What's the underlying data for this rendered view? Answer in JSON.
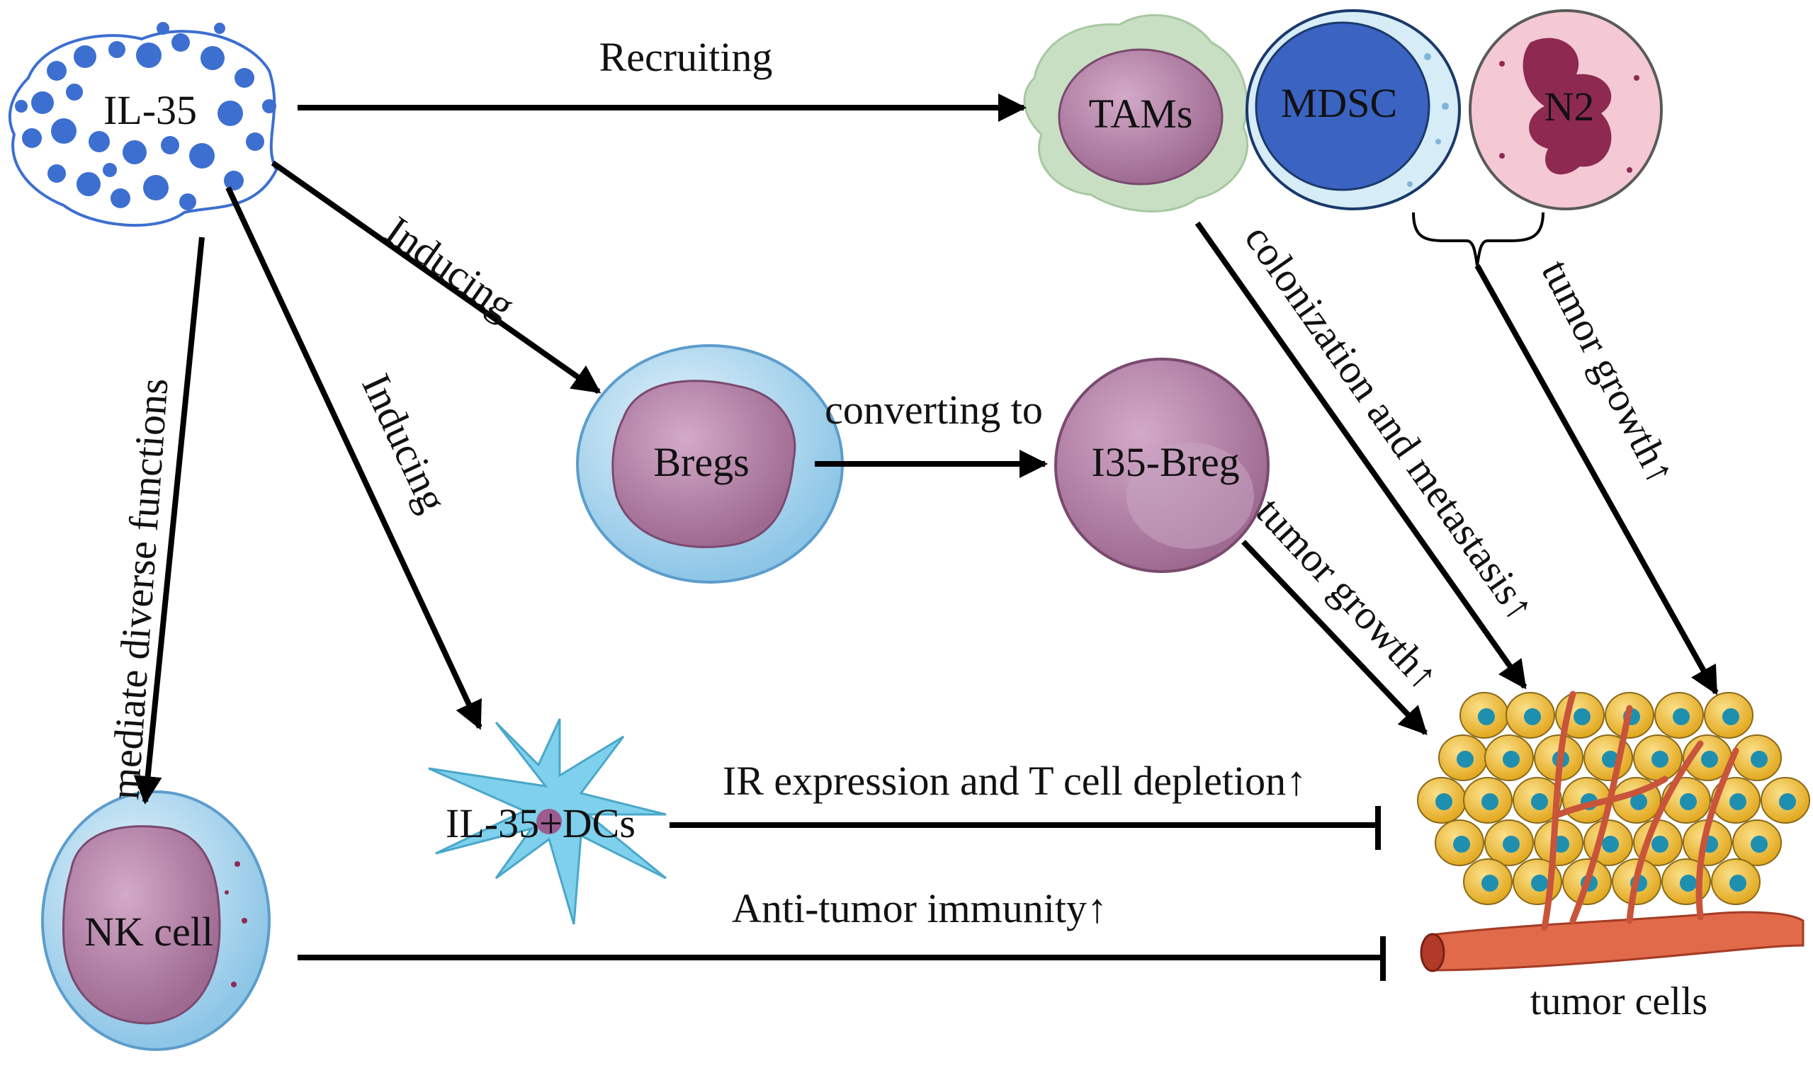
{
  "nodes": {
    "il35": "IL-35",
    "tams": "TAMs",
    "mdsc": "MDSC",
    "n2": "N2",
    "bregs": "Bregs",
    "i35breg": "I35-Breg",
    "dcs": "IL-35+DCs",
    "nk": "NK cell",
    "tumor": "tumor cells"
  },
  "edges": {
    "recruiting": "Recruiting",
    "inducing_bregs": "Inducing",
    "inducing_dcs": "Inducing",
    "mediate": "mediate diverse functions",
    "converting": "converting to",
    "breg_growth": "tumor growth↑",
    "colonization": "colonization and metastasis↑",
    "n2_growth": "tumor growth↑",
    "ir_expression": "IR expression and T cell depletion↑",
    "anti_tumor": "Anti-tumor immunity↑"
  },
  "colors": {
    "il35_blue": "#3d6fd0",
    "tam_green": "#c9dfc4",
    "cell_purple": "#b07fa3",
    "mdsc_blue": "#3a63c2",
    "n2_pink": "#f4c9d3",
    "n2_nucleus": "#8e2a52",
    "dc_blue": "#7fd0ec",
    "tumor_yellow": "#f2c23a",
    "tumor_nucleus": "#1f8fb0",
    "vessel_red": "#e06a4a"
  }
}
